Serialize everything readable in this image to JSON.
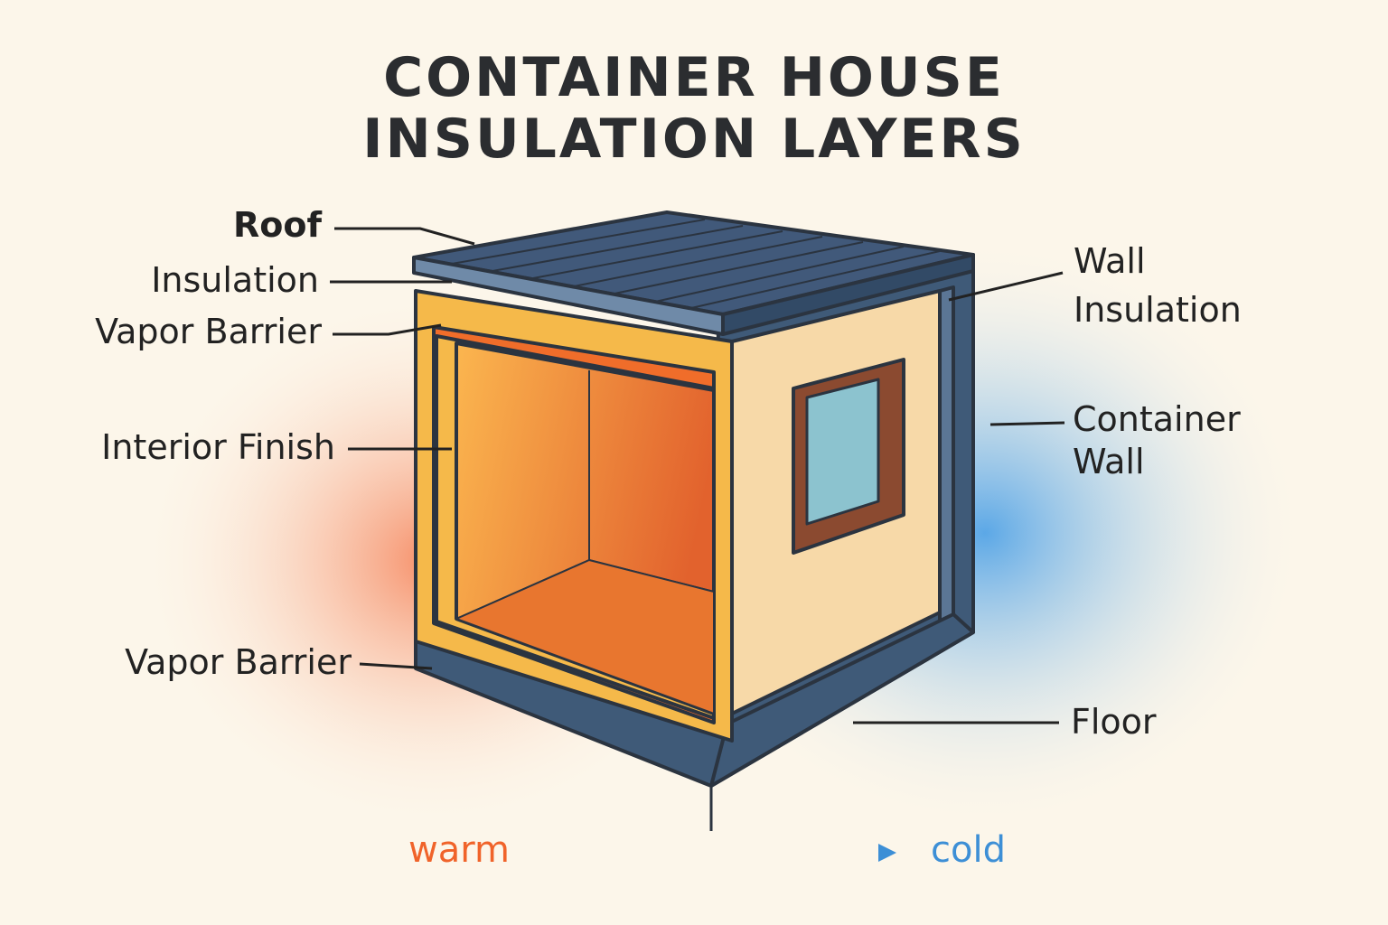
{
  "title": [
    "CONTAINER HOUSE",
    "INSULATION LAYERS"
  ],
  "labels": {
    "roof": "Roof",
    "insulation": "Insulation",
    "vapor_barrier_top": "Vapor Barrier",
    "interior_finish": "Interior Finish",
    "vapor_barrier_bottom": "Vapor Barrier",
    "wall_insulation": [
      "Wall",
      "Insulation"
    ],
    "container_wall": [
      "Container",
      "Wall"
    ],
    "floor": "Floor"
  },
  "legend": {
    "warm": "warm",
    "cold": "cold"
  },
  "colors": {
    "warm": "#f0632a",
    "cold": "#3d8fd6",
    "steel": "#3f5a78",
    "insulation": "#f5b94a",
    "interior": "#e8762f",
    "wall_face": "#f7d9a8"
  }
}
